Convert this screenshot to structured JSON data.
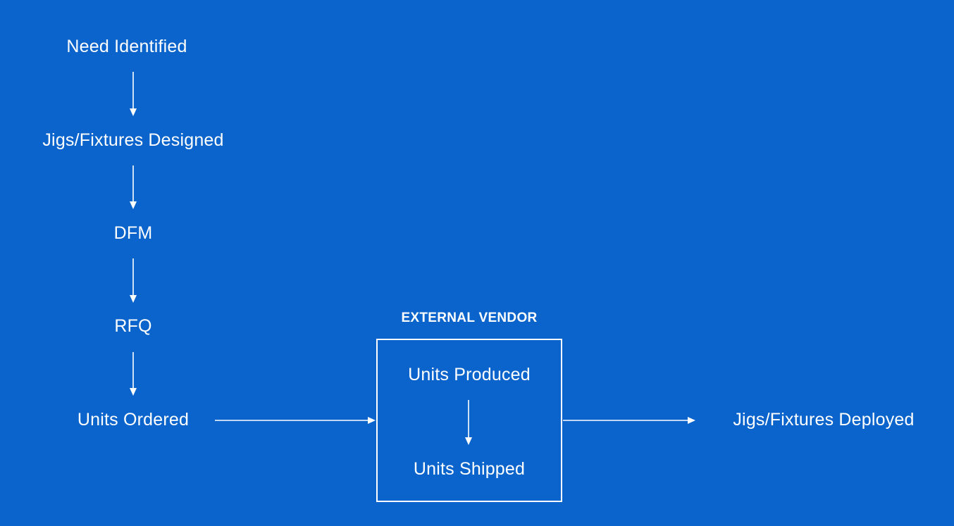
{
  "colors": {
    "background": "#0b64cc",
    "foreground": "#ffffff"
  },
  "nodes": {
    "need_identified": "Need Identified",
    "jigs_designed": "Jigs/Fixtures Designed",
    "dfm": "DFM",
    "rfq": "RFQ",
    "units_ordered": "Units Ordered",
    "units_produced": "Units Produced",
    "units_shipped": "Units Shipped",
    "jigs_deployed": "Jigs/Fixtures Deployed"
  },
  "groups": {
    "external_vendor": "EXTERNAL VENDOR"
  },
  "edges": [
    {
      "from": "need_identified",
      "to": "jigs_designed"
    },
    {
      "from": "jigs_designed",
      "to": "dfm"
    },
    {
      "from": "dfm",
      "to": "rfq"
    },
    {
      "from": "rfq",
      "to": "units_ordered"
    },
    {
      "from": "units_ordered",
      "to": "external_vendor"
    },
    {
      "from": "units_produced",
      "to": "units_shipped"
    },
    {
      "from": "external_vendor",
      "to": "jigs_deployed"
    }
  ]
}
